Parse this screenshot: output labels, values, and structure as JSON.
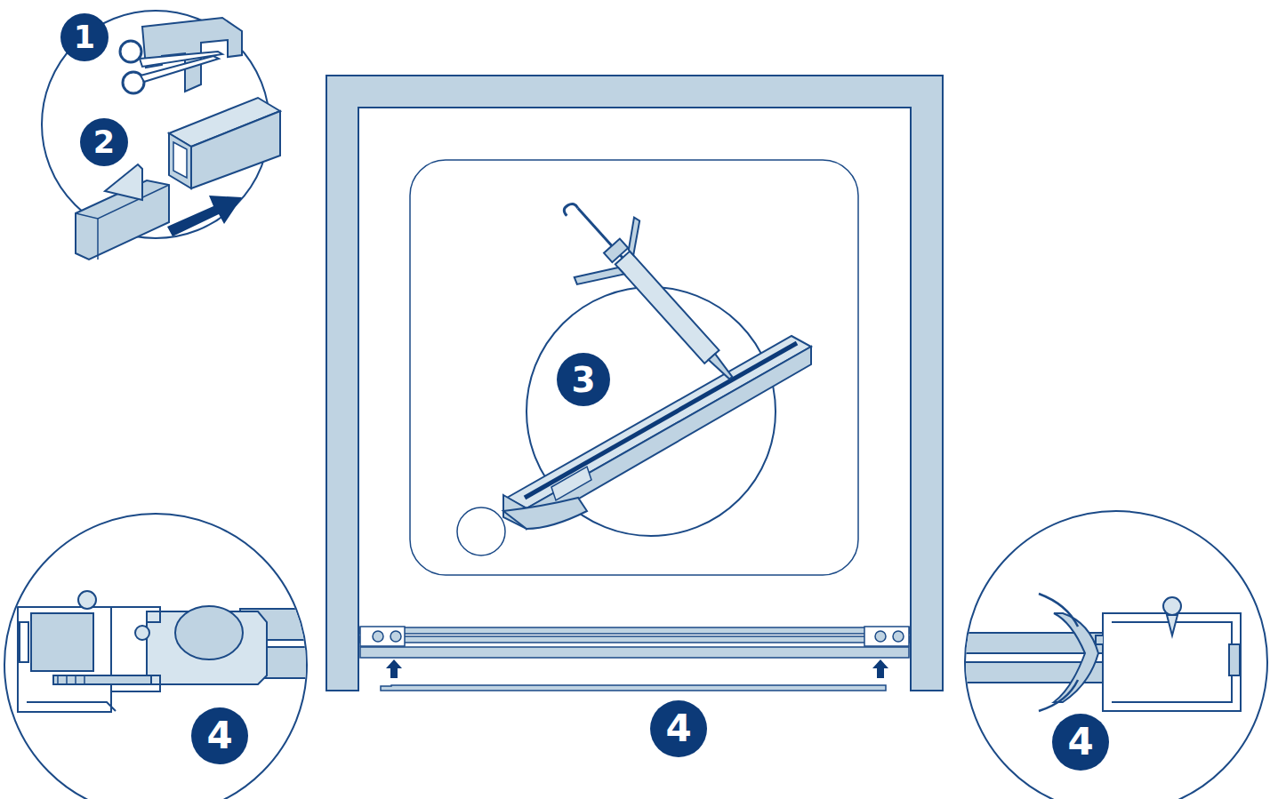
{
  "diagram": {
    "labels": [
      "1",
      "2",
      "3",
      "4",
      "4",
      "4"
    ]
  }
}
